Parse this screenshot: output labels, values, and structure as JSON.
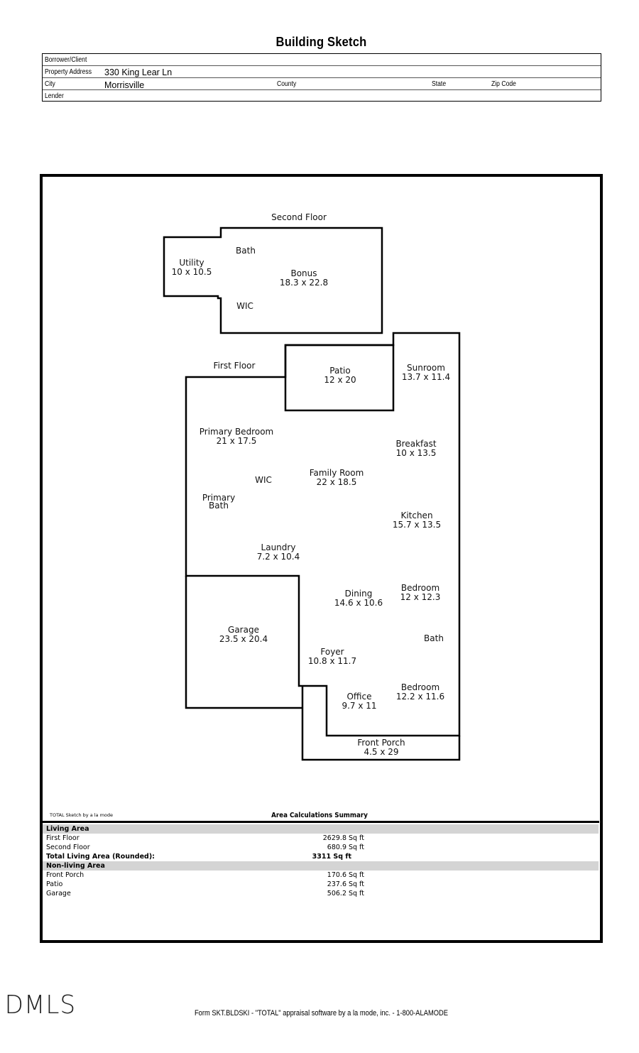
{
  "header": {
    "title": "Building Sketch",
    "fields": [
      {
        "label": "Borrower/Client",
        "value": ""
      },
      {
        "label": "Property Address",
        "value": "330 King Lear Ln"
      },
      {
        "label": "City",
        "value": "Morrisville"
      },
      {
        "label": "Lender",
        "value": ""
      }
    ],
    "city_row": {
      "county_label": "County",
      "state_label": "State",
      "zip_label": "Zip Code"
    }
  },
  "sketch": {
    "second_floor_label": "Second Floor",
    "first_floor_label": "First Floor",
    "rooms": [
      {
        "name": "Utility",
        "dims": "10 x 10.5"
      },
      {
        "name": "Bath",
        "dims": ""
      },
      {
        "name": "Bonus",
        "dims": "18.3 x 22.8"
      },
      {
        "name": "WIC",
        "dims": ""
      },
      {
        "name": "Patio",
        "dims": "12 x 20"
      },
      {
        "name": "Sunroom",
        "dims": "13.7 x 11.4"
      },
      {
        "name": "Primary Bedroom",
        "dims": "21 x 17.5"
      },
      {
        "name": "Breakfast",
        "dims": "10 x 13.5"
      },
      {
        "name": "WIC",
        "dims": ""
      },
      {
        "name": "Family Room",
        "dims": "22 x 18.5"
      },
      {
        "name": "Primary",
        "dims": "Bath"
      },
      {
        "name": "Kitchen",
        "dims": "15.7 x 13.5"
      },
      {
        "name": "Laundry",
        "dims": "7.2 x 10.4"
      },
      {
        "name": "Dining",
        "dims": "14.6 x 10.6"
      },
      {
        "name": "Bedroom",
        "dims": "12 x 12.3"
      },
      {
        "name": "Garage",
        "dims": "23.5 x 20.4"
      },
      {
        "name": "Bath",
        "dims": ""
      },
      {
        "name": "Foyer",
        "dims": "10.8 x 11.7"
      },
      {
        "name": "Office",
        "dims": "9.7 x 11"
      },
      {
        "name": "Bedroom",
        "dims": "12.2 x 11.6"
      },
      {
        "name": "Front Porch",
        "dims": "4.5 x 29"
      }
    ]
  },
  "summary": {
    "credit": "TOTAL Sketch by a la mode",
    "title": "Area Calculations Summary",
    "living_area_header": "Living Area",
    "living": [
      {
        "name": "First Floor",
        "value": "2629.8 Sq ft"
      },
      {
        "name": "Second Floor",
        "value": "680.9 Sq ft"
      }
    ],
    "total": {
      "name": "Total Living Area (Rounded):",
      "value": "3311 Sq ft"
    },
    "non_living_header": "Non-living Area",
    "non_living": [
      {
        "name": "Front Porch",
        "value": "170.6 Sq ft"
      },
      {
        "name": "Patio",
        "value": "237.6 Sq ft"
      },
      {
        "name": "Garage",
        "value": "506.2 Sq ft"
      }
    ]
  },
  "footer": {
    "logo": "DMLS",
    "text": "Form SKT.BLDSKI - \"TOTAL\" appraisal software by a la mode, inc. - 1-800-ALAMODE"
  }
}
